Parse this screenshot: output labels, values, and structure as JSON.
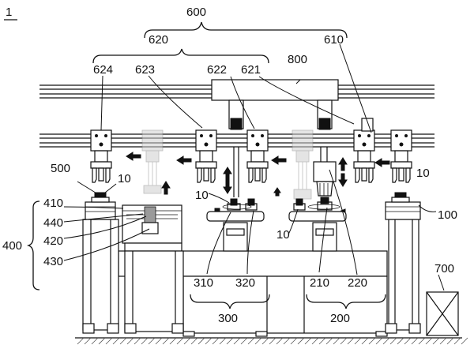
{
  "figure": {
    "number": "1",
    "labels": {
      "l600": "600",
      "l620": "620",
      "l610": "610",
      "l624": "624",
      "l623": "623",
      "l622": "622",
      "l621": "621",
      "l800": "800",
      "l500": "500",
      "l10a": "10",
      "l10b": "10",
      "l10c": "10",
      "l10d": "10",
      "l410": "410",
      "l440": "440",
      "l420": "420",
      "l430": "430",
      "l400": "400",
      "l100": "100",
      "l310": "310",
      "l320": "320",
      "l300": "300",
      "l210": "210",
      "l220": "220",
      "l200": "200",
      "l700": "700"
    }
  }
}
